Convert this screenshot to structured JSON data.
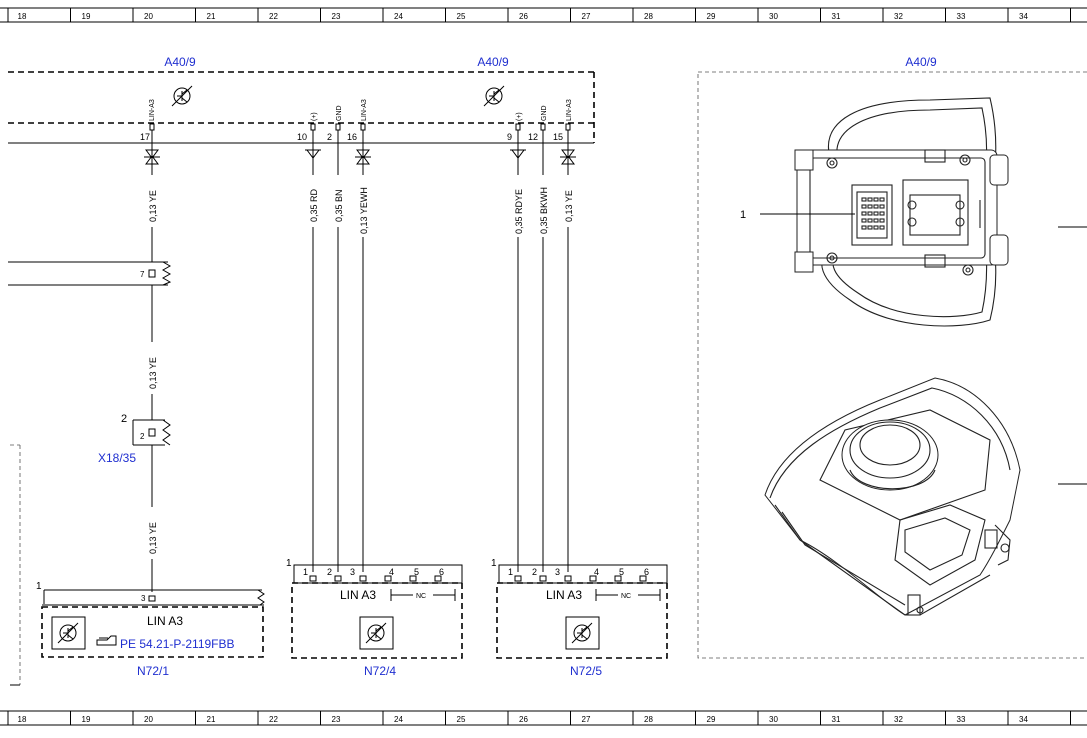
{
  "ruler": {
    "columns": [
      "18",
      "19",
      "20",
      "21",
      "22",
      "23",
      "24",
      "25",
      "26",
      "27",
      "28",
      "29",
      "30",
      "31",
      "32",
      "33",
      "34"
    ]
  },
  "modules": {
    "a40_left": "A40/9",
    "a40_mid": "A40/9",
    "a40_right": "A40/9"
  },
  "pins": {
    "p17": "17",
    "p10": "10",
    "p2": "2",
    "p16": "16",
    "p9": "9",
    "p12": "12",
    "p15": "15",
    "lin_a": "LIN-A3",
    "plus_a": "(+)",
    "gnd_a": "GND",
    "lin_b": "LIN-A3",
    "plus_b": "(+)",
    "gnd_b": "GND",
    "lin_c": "LIN-A3"
  },
  "wires": {
    "w1": "0,13 YE",
    "w2": "0,13 YE",
    "w3": "0,13 YE",
    "w_rd": "0,35 RD",
    "w_bn": "0,35 BN",
    "w_yewh": "0,13 YEWH",
    "w_rdye": "0,35 RDYE",
    "w_bkwh": "0,35 BKWH",
    "w_ye2": "0,13 YE"
  },
  "connectors": {
    "p7": "7",
    "x18_pin_outer": "2",
    "x18_pin_inner": "2",
    "x18_label": "X18/35"
  },
  "n72_1": {
    "corner": "1",
    "pin": "3",
    "title": "LIN A3",
    "ref": "PE 54.21-P-2119FBB",
    "label": "N72/1"
  },
  "n72_4": {
    "corner": "1",
    "pins": [
      "1",
      "2",
      "3",
      "4",
      "5",
      "6"
    ],
    "title": "LIN A3",
    "nc": "NC",
    "label": "N72/4"
  },
  "n72_5": {
    "corner": "1",
    "pins": [
      "1",
      "2",
      "3",
      "4",
      "5",
      "6"
    ],
    "title": "LIN A3",
    "nc": "NC",
    "label": "N72/5"
  },
  "callout": "1"
}
